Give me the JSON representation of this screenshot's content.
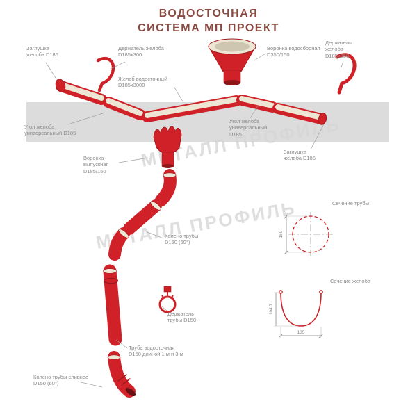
{
  "title": {
    "line1": "ВОДОСТОЧНАЯ",
    "line2": "СИСТЕМА МП ПРОЕКТ"
  },
  "watermark": "МЕТАЛЛ ПРОФИЛЬ",
  "labels": {
    "zaglushka_left": "Заглушка желоба D185",
    "derzhatel_zheloba_left": "Держатель желоба D185х300",
    "voronka_vodosbornaya": "Воронка водосборная D350/150",
    "derzhatel_zheloba_right": "Держатель желоба D185х350",
    "zhelob": "Желоб водосточный D185х3000",
    "ugol_left": "Угол желоба универсальный D185",
    "ugol_right": "Угол желоба универсальный D185",
    "zaglushka_right": "Заглушка желоба D185",
    "voronka_vypusknaya": "Воронка выпускная D185/150",
    "koleno_truby": "Колено трубы D150 (60°)",
    "sechenie_truby": "Сечение трубы",
    "sechenie_zheloba": "Сечение желоба",
    "derzhatel_truby": "Держатель трубы D150",
    "truba": "Труба водосточная D150 длиной 1 м и 3 м",
    "koleno_slivnoe": "Колено трубы сливное D150 (60°)"
  },
  "dimensions": {
    "pipe_diameter": "150",
    "gutter_width": "185",
    "gutter_height": "104.7"
  },
  "colors": {
    "red": "#cf2127",
    "dark_red": "#9e191d",
    "cream": "#eee6d4",
    "roof_band": "#dcdcdc",
    "label_text": "#8a8a8a",
    "title_text": "#8a4a42",
    "watermark": "#d6d6d6"
  }
}
